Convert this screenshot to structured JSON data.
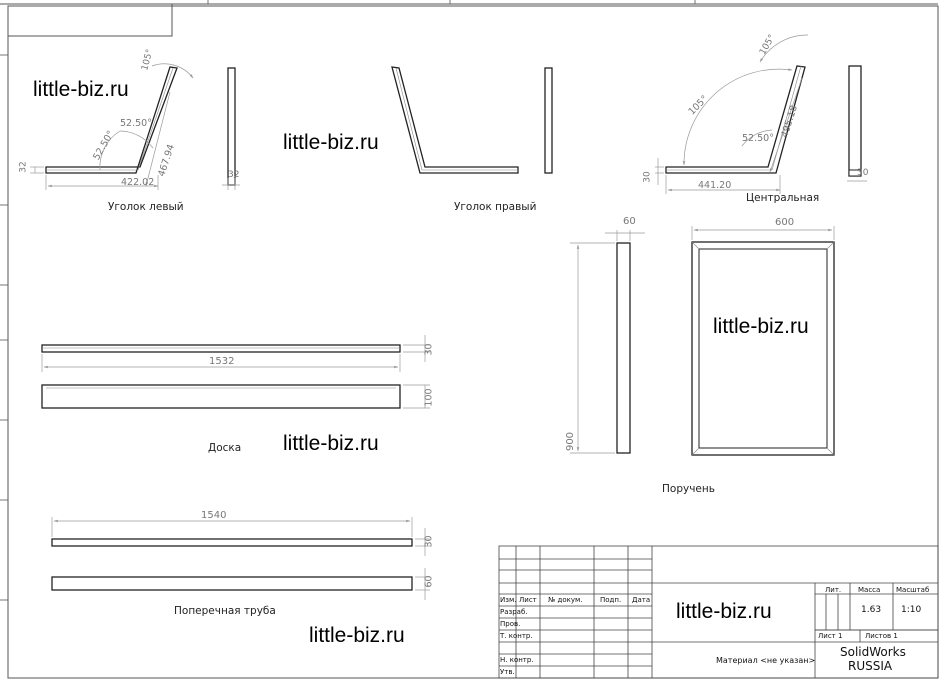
{
  "watermark": "little-biz.ru",
  "parts": {
    "left_corner": {
      "caption": "Уголок левый",
      "dims": {
        "angle_top": "105°",
        "angle_a": "52.50°",
        "angle_b": "52.50°",
        "length": "422.02",
        "diag": "467.94",
        "height": "32",
        "side": "32"
      }
    },
    "right_corner": {
      "caption": "Уголок правый"
    },
    "central": {
      "caption": "Центральная",
      "dims": {
        "angle_top": "105°",
        "angle_mid": "105°",
        "angle_b": "52.50°",
        "diag": "495.18",
        "length": "441.20",
        "height": "30",
        "side": "30"
      }
    },
    "board": {
      "caption": "Доска",
      "dims": {
        "length": "1532",
        "thick": "30",
        "width": "100"
      }
    },
    "rail": {
      "caption": "Поручень",
      "dims": {
        "depth": "60",
        "width": "600",
        "height": "900"
      }
    },
    "cross_pipe": {
      "caption": "Поперечная труба",
      "dims": {
        "length": "1540",
        "thick": "30",
        "width": "60"
      }
    }
  },
  "title_block": {
    "header_cols": [
      "Изм.",
      "Лист",
      "№ докум.",
      "Подп.",
      "Дата"
    ],
    "rows": [
      "Разраб.",
      "Пров.",
      "Т. контр.",
      "Н. контр.",
      "Утв."
    ],
    "lit_label": "Лит.",
    "mass_label": "Масса",
    "scale_label": "Масштаб",
    "mass": "1.63",
    "scale": "1:10",
    "sheet": "Лист 1",
    "sheets": "Листов 1",
    "material": "Материал <не указан>",
    "company_line1": "SolidWorks",
    "company_line2": "RUSSIA"
  }
}
